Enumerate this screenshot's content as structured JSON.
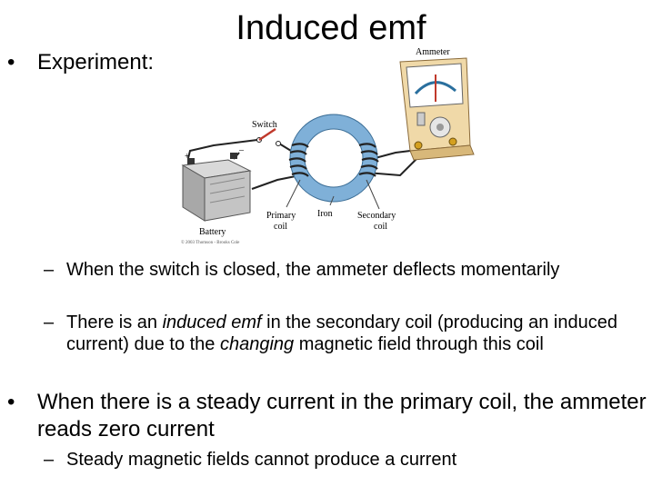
{
  "slide": {
    "title": "Induced emf",
    "bullet1": "Experiment:",
    "sub1": "When the switch is closed, the ammeter deflects momentarily",
    "sub2_a": "There is an ",
    "sub2_em1": "induced emf",
    "sub2_b": " in the secondary coil (producing an induced current) due to the ",
    "sub2_em2": "changing",
    "sub2_c": " magnetic field through this coil",
    "bullet2": "When there is a steady current in the primary coil, the ammeter reads zero current",
    "sub3": "Steady magnetic fields cannot produce a current",
    "bullet_symbol": "•",
    "dash_symbol": "–"
  },
  "figure": {
    "ammeter": "Ammeter",
    "switch": "Switch",
    "iron": "Iron",
    "primary_1": "Primary",
    "primary_2": "coil",
    "secondary_1": "Secondary",
    "secondary_2": "coil",
    "battery": "Battery",
    "plus": "+",
    "minus": "–",
    "copyright": "© 2003 Thomson - Brooks Cole"
  }
}
